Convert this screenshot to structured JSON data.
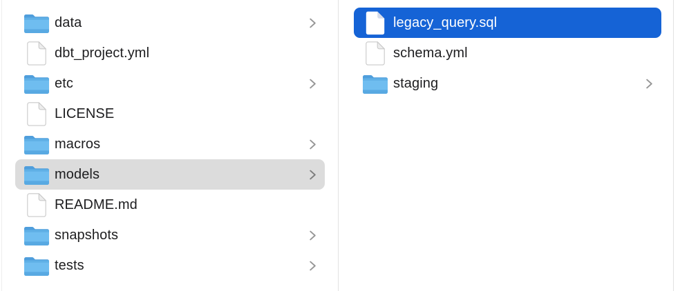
{
  "app": {
    "name": "finder-column-view"
  },
  "colors": {
    "selection_active": "#1563d6",
    "selection_active_text": "#ffffff",
    "selection_inactive": "#dcdcdc",
    "text": "#1d1d1f",
    "divider": "#e2e2e2",
    "chevron": "#969696",
    "chevron_on_gray": "#7d7d7d",
    "folder_blue_body": "#6fbdf0",
    "folder_blue_dark": "#4f9edc",
    "document_outline": "#c9c9c9"
  },
  "icons": {
    "folder": "folder-icon",
    "document": "document-icon",
    "chevron": "chevron-right-icon"
  },
  "columns": [
    {
      "name": "parent-directory-column",
      "items": [
        {
          "label": "data",
          "type": "folder",
          "chevron": true,
          "selected": false
        },
        {
          "label": "dbt_project.yml",
          "type": "file",
          "chevron": false,
          "selected": false
        },
        {
          "label": "etc",
          "type": "folder",
          "chevron": true,
          "selected": false
        },
        {
          "label": "LICENSE",
          "type": "file",
          "chevron": false,
          "selected": false
        },
        {
          "label": "macros",
          "type": "folder",
          "chevron": true,
          "selected": false
        },
        {
          "label": "models",
          "type": "folder",
          "chevron": true,
          "selected": true,
          "selection_style": "inactive"
        },
        {
          "label": "README.md",
          "type": "file",
          "chevron": false,
          "selected": false
        },
        {
          "label": "snapshots",
          "type": "folder",
          "chevron": true,
          "selected": false
        },
        {
          "label": "tests",
          "type": "folder",
          "chevron": true,
          "selected": false
        }
      ]
    },
    {
      "name": "models-folder-column",
      "items": [
        {
          "label": "legacy_query.sql",
          "type": "file",
          "chevron": false,
          "selected": true,
          "selection_style": "active"
        },
        {
          "label": "schema.yml",
          "type": "file",
          "chevron": false,
          "selected": false
        },
        {
          "label": "staging",
          "type": "folder",
          "chevron": true,
          "selected": false
        }
      ]
    }
  ]
}
